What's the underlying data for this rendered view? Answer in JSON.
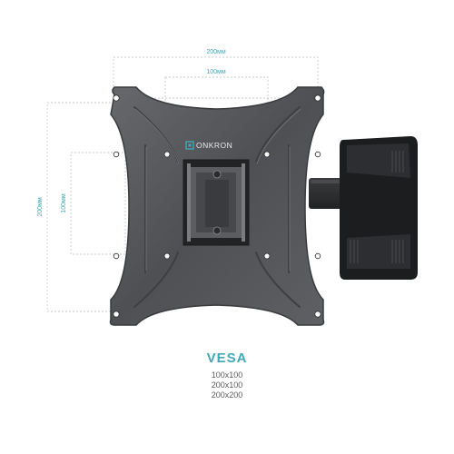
{
  "dimensions": {
    "outer_width": "200мм",
    "inner_width": "100мм",
    "outer_height": "200мм",
    "inner_height": "100мм"
  },
  "brand": {
    "name": "ONKRON"
  },
  "vesa": {
    "title": "VESA",
    "sizes": [
      "100x100",
      "200x100",
      "200x200"
    ]
  },
  "colors": {
    "accent": "#3fa9b5",
    "plate": "#56585b",
    "plate_edge": "#3a3b3e",
    "arm": "#2e2f31",
    "text": "#5c5c5c"
  }
}
